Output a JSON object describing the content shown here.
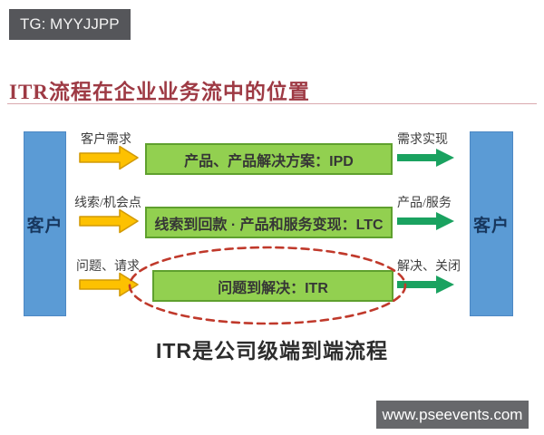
{
  "badge": {
    "label": "TG: MYYJJPP"
  },
  "slide": {
    "title": "ITR流程在企业业务流中的位置",
    "caption": "ITR是公司级端到端流程"
  },
  "diagram": {
    "left_bar": {
      "label": "客户"
    },
    "right_bar": {
      "label": "客户"
    },
    "rows": [
      {
        "input_label": "客户需求",
        "box_label": "产品、产品解决方案：IPD",
        "output_label": "需求实现"
      },
      {
        "input_label": "线索/机会点",
        "box_label": "线索到回款 · 产品和服务变现：LTC",
        "output_label": "产品/服务"
      },
      {
        "input_label": "问题、请求",
        "box_label": "问题到解决：ITR",
        "output_label": "解决、关闭"
      }
    ]
  },
  "watermark": {
    "label": "www.pseevents.com"
  },
  "colors": {
    "badge_bg": "#55565a",
    "title_red": "#9e3a44",
    "rule_pink": "#d9aaae",
    "bar_blue": "#5b9bd5",
    "bar_border": "#4d88c4",
    "bar_text": "#17375e",
    "box_green": "#92d050",
    "box_border": "#5fa02e",
    "box_text": "#363636",
    "arrow_yellow": "#fdc101",
    "arrow_yellow_border": "#d29a06",
    "arrow_green": "#1aa260",
    "ellipse_red": "#c0392b",
    "caption_text": "#2d2d2d",
    "watermark_bg": "#67686b"
  }
}
